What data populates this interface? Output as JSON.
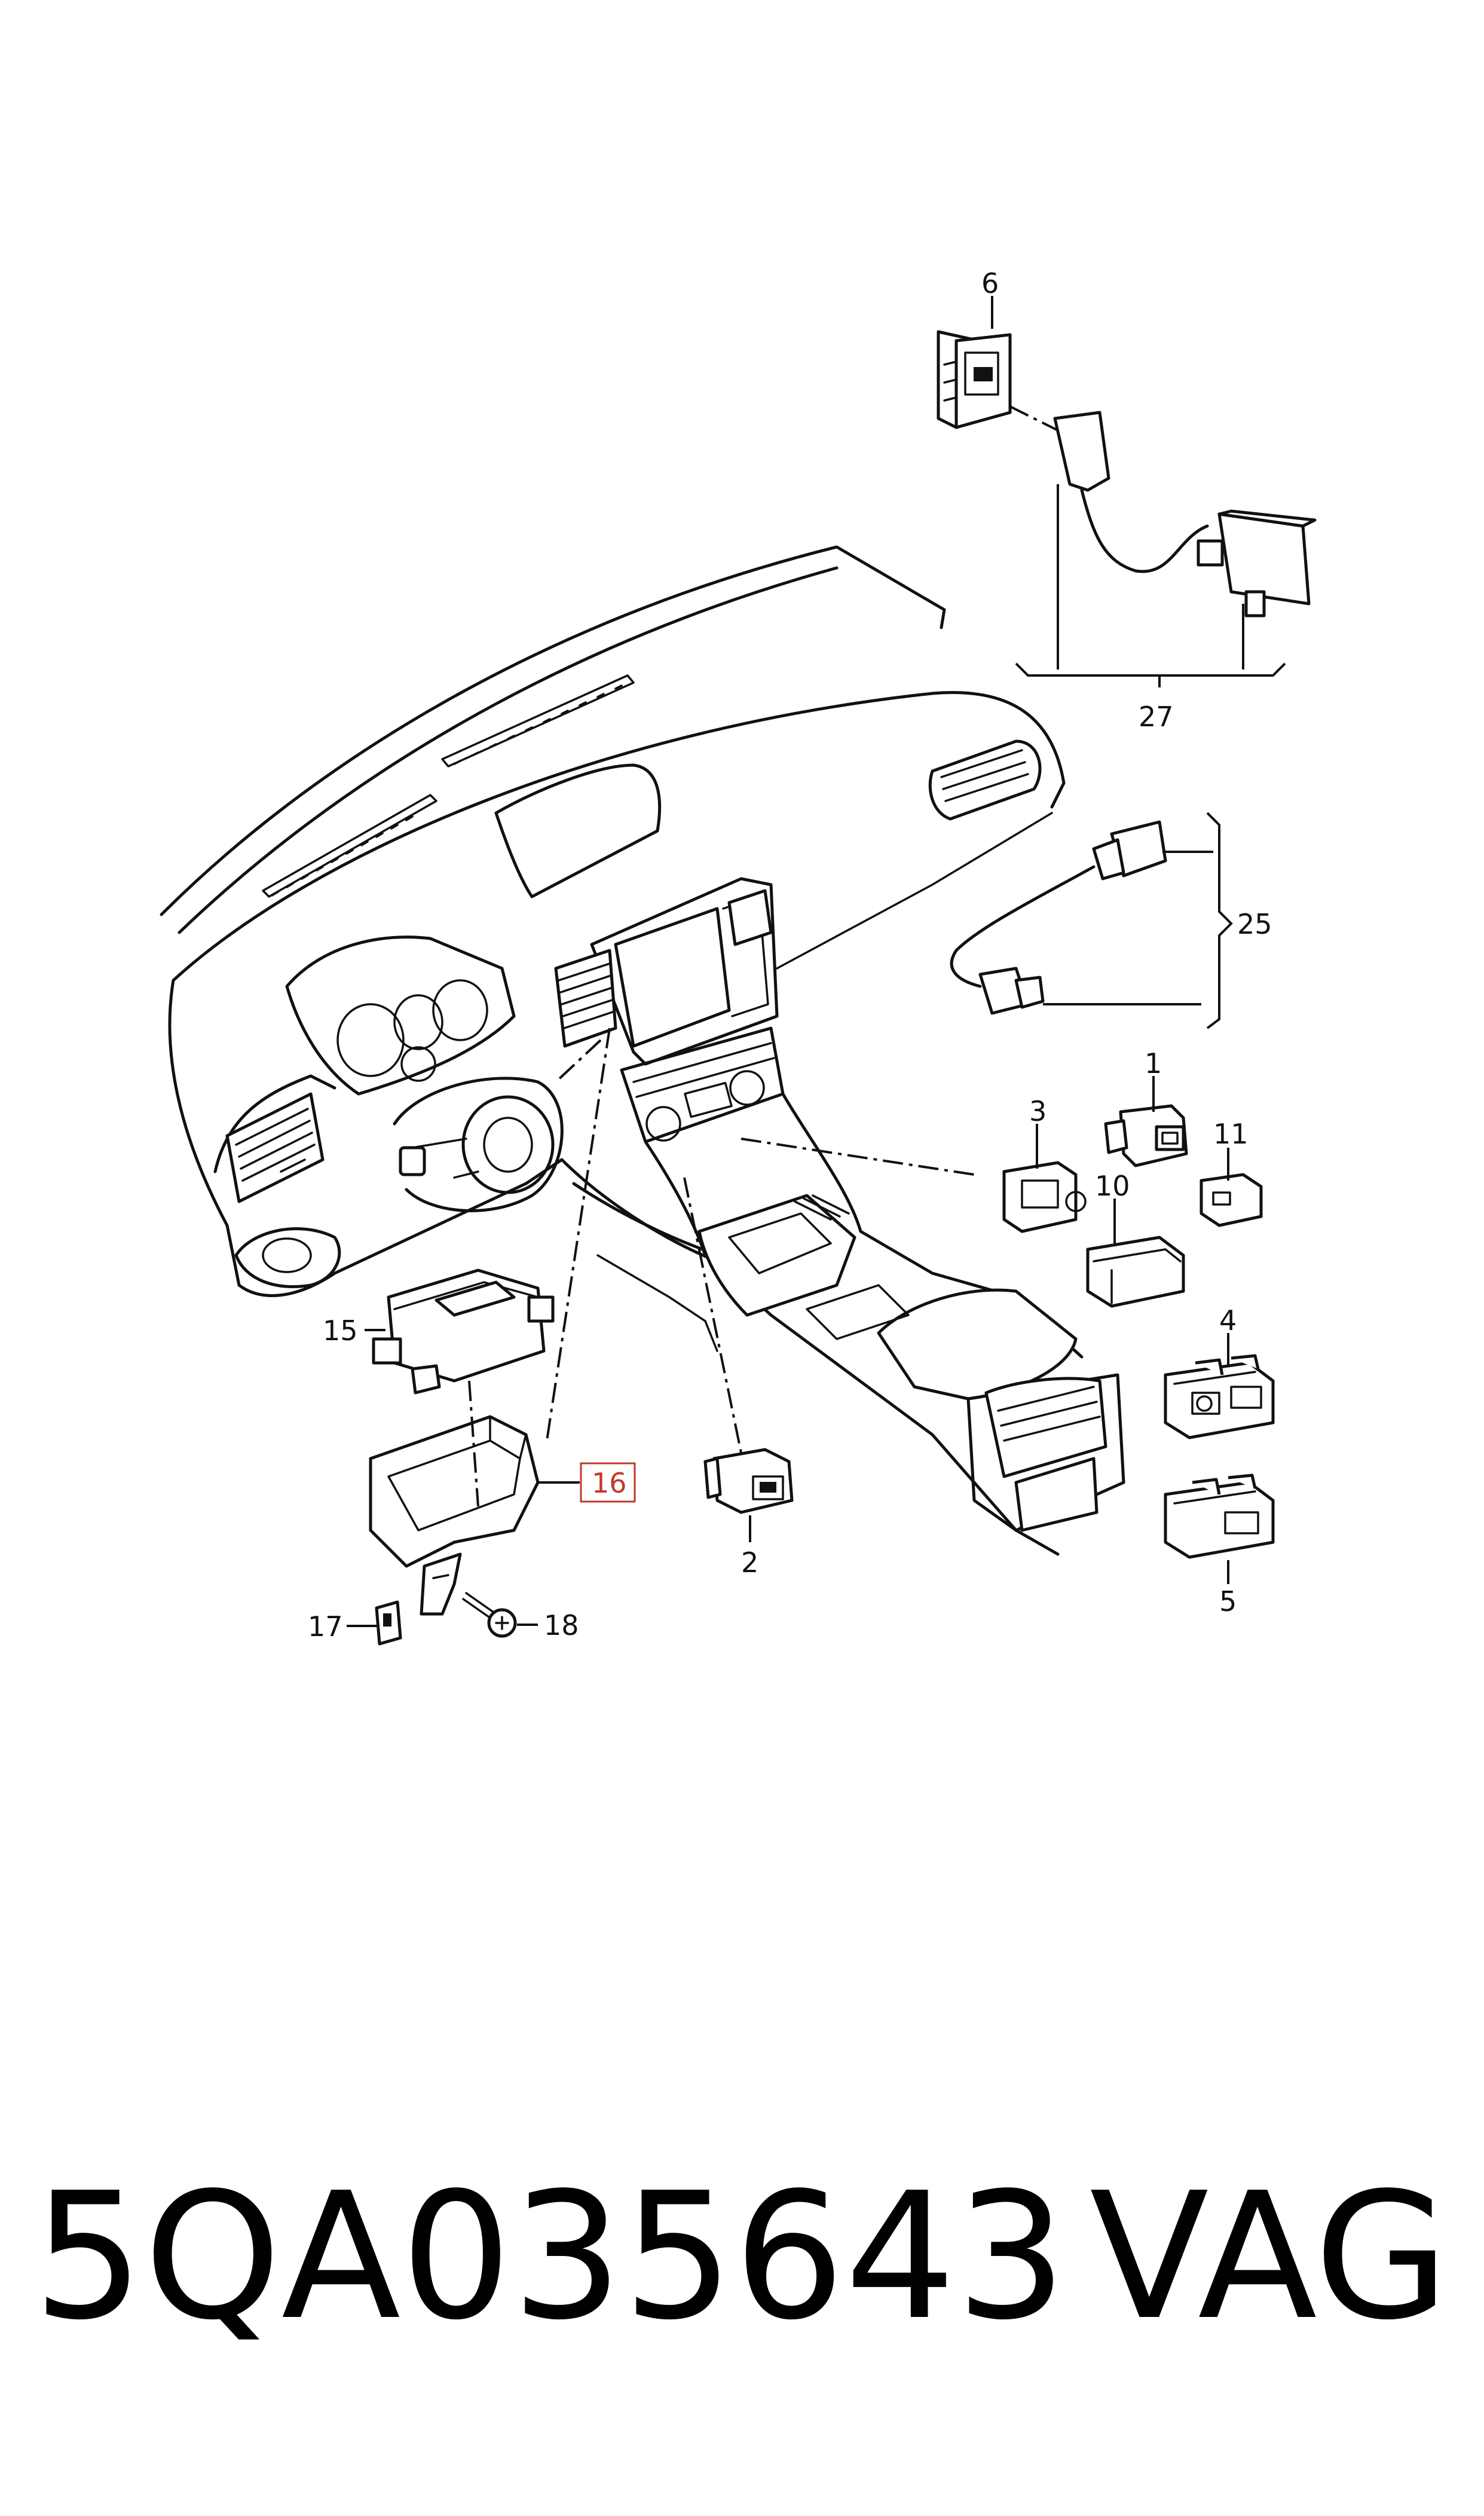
{
  "callouts": {
    "c1": "1",
    "c2": "2",
    "c3": "3",
    "c4": "4",
    "c5": "5",
    "c6": "6",
    "c10": "10",
    "c11": "11",
    "c15": "15",
    "c16": "16",
    "c17": "17",
    "c18": "18",
    "c25": "25",
    "c27": "27"
  },
  "footer": {
    "part_number": "5QA035643",
    "brand": "VAG"
  },
  "colors": {
    "line": "#111111",
    "highlight": "#c0392b"
  }
}
